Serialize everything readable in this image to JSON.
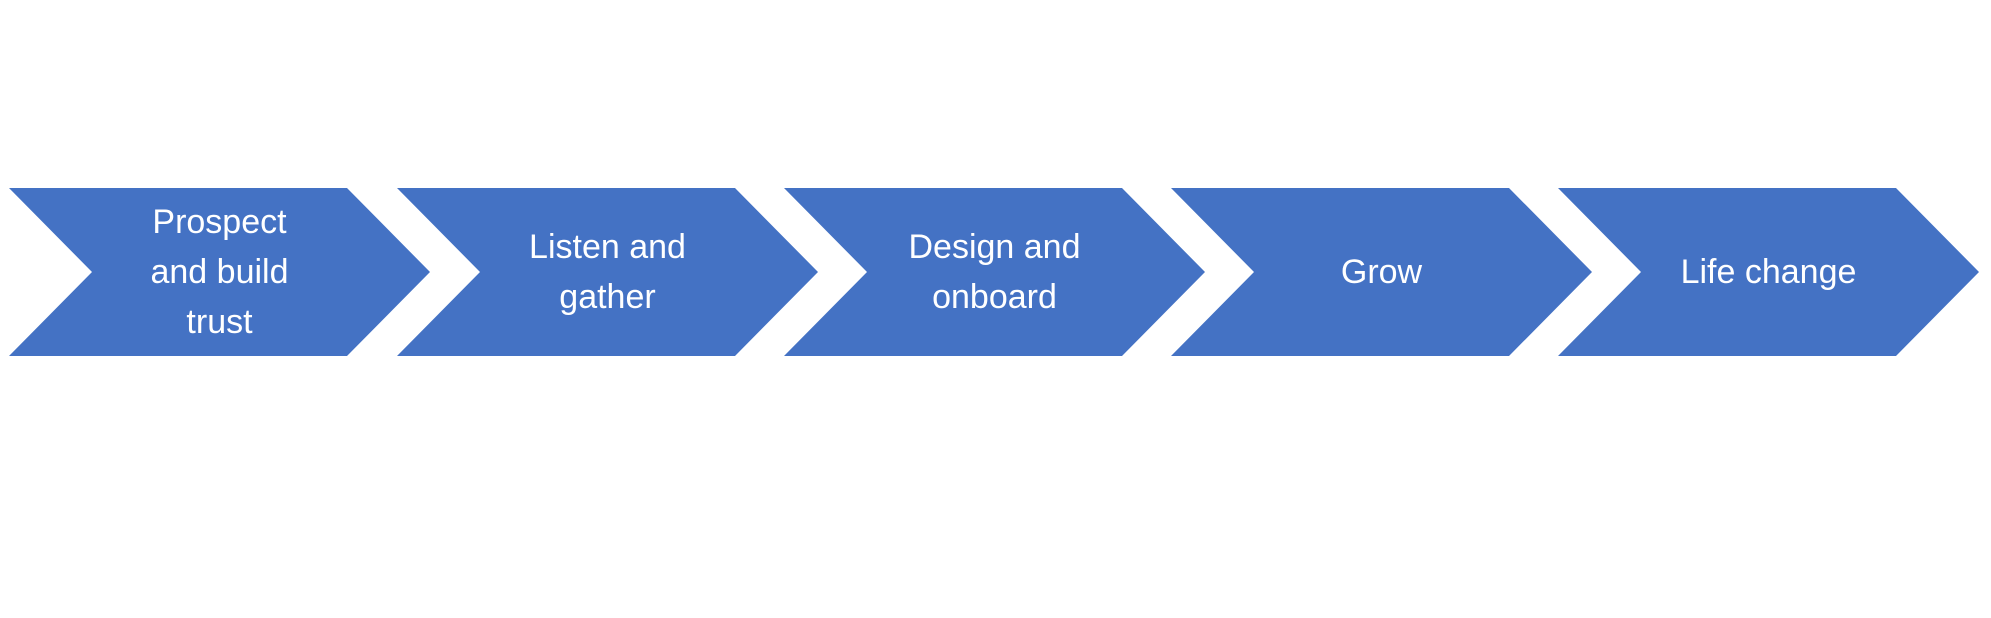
{
  "diagram": {
    "type": "chevron-process",
    "fill_color": "#4472C4",
    "text_color": "#FFFFFF",
    "steps": [
      {
        "label": "Prospect\nand build\ntrust"
      },
      {
        "label": "Listen and\ngather"
      },
      {
        "label": "Design and\nonboard"
      },
      {
        "label": "Grow"
      },
      {
        "label": "Life change"
      }
    ]
  }
}
